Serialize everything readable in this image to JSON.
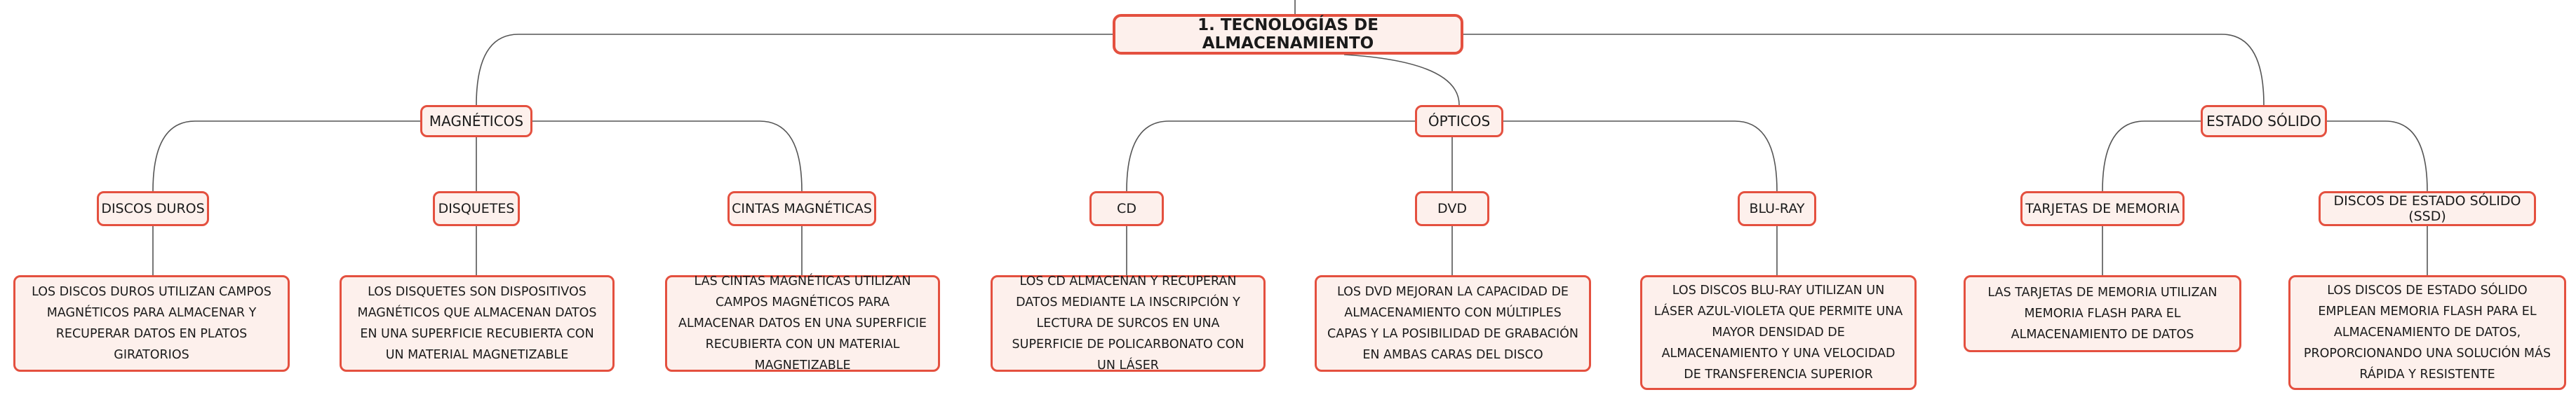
{
  "root": {
    "label": "1. TECNOLOGÍAS DE ALMACENAMIENTO"
  },
  "categories": [
    {
      "label": "MAGNÉTICOS",
      "items": [
        {
          "label": "DISCOS DUROS",
          "description": "LOS DISCOS DUROS UTILIZAN CAMPOS MAGNÉTICOS PARA ALMACENAR Y RECUPERAR DATOS EN PLATOS GIRATORIOS"
        },
        {
          "label": "DISQUETES",
          "description": "LOS DISQUETES SON DISPOSITIVOS MAGNÉTICOS QUE ALMACENAN DATOS EN UNA SUPERFICIE RECUBIERTA CON UN MATERIAL MAGNETIZABLE"
        },
        {
          "label": "CINTAS MAGNÉTICAS",
          "description": "LAS CINTAS MAGNÉTICAS UTILIZAN CAMPOS MAGNÉTICOS PARA ALMACENAR DATOS EN UNA SUPERFICIE RECUBIERTA CON UN MATERIAL MAGNETIZABLE"
        }
      ]
    },
    {
      "label": "ÓPTICOS",
      "items": [
        {
          "label": "CD",
          "description": "LOS CD ALMACENAN Y RECUPERAN DATOS MEDIANTE LA INSCRIPCIÓN Y LECTURA DE SURCOS EN UNA SUPERFICIE DE POLICARBONATO CON UN LÁSER"
        },
        {
          "label": "DVD",
          "description": "LOS DVD MEJORAN LA CAPACIDAD DE ALMACENAMIENTO CON MÚLTIPLES CAPAS Y LA POSIBILIDAD DE GRABACIÓN EN AMBAS CARAS DEL DISCO"
        },
        {
          "label": "BLU-RAY",
          "description": "LOS DISCOS BLU-RAY UTILIZAN UN LÁSER AZUL-VIOLETA QUE PERMITE UNA MAYOR DENSIDAD DE ALMACENAMIENTO Y UNA VELOCIDAD DE TRANSFERENCIA SUPERIOR"
        }
      ]
    },
    {
      "label": "ESTADO SÓLIDO",
      "items": [
        {
          "label": "TARJETAS DE MEMORIA",
          "description": "LAS TARJETAS DE MEMORIA UTILIZAN MEMORIA FLASH PARA EL ALMACENAMIENTO DE DATOS"
        },
        {
          "label": "DISCOS DE ESTADO SÓLIDO (SSD)",
          "description": "LOS DISCOS DE ESTADO SÓLIDO EMPLEAN MEMORIA FLASH PARA EL ALMACENAMIENTO DE DATOS, PROPORCIONANDO UNA SOLUCIÓN MÁS RÁPIDA Y RESISTENTE"
        }
      ]
    }
  ],
  "colors": {
    "border": "#e4503f",
    "fill": "#fdf0ec",
    "line": "#555555"
  }
}
